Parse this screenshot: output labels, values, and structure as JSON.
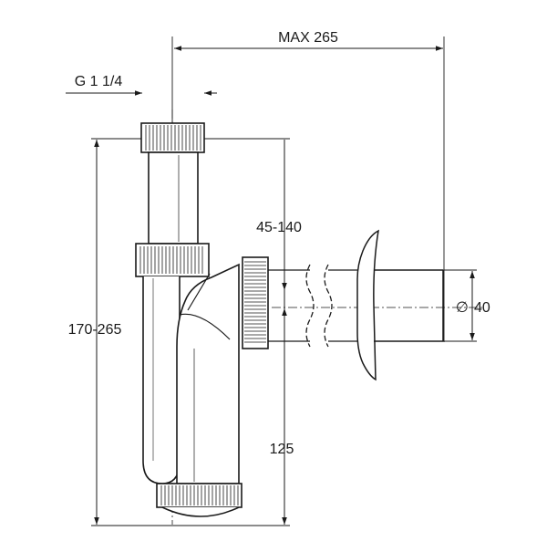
{
  "drawing": {
    "line_color": "#1a1a1a",
    "background": "#ffffff"
  },
  "dimensions": {
    "max_projection": "MAX 265",
    "thread_size": "G 1 1/4",
    "height_range": "170-265",
    "outlet_adjust": "45-140",
    "outlet_height": "125",
    "outlet_diameter": "40",
    "diameter_symbol": "∅"
  }
}
